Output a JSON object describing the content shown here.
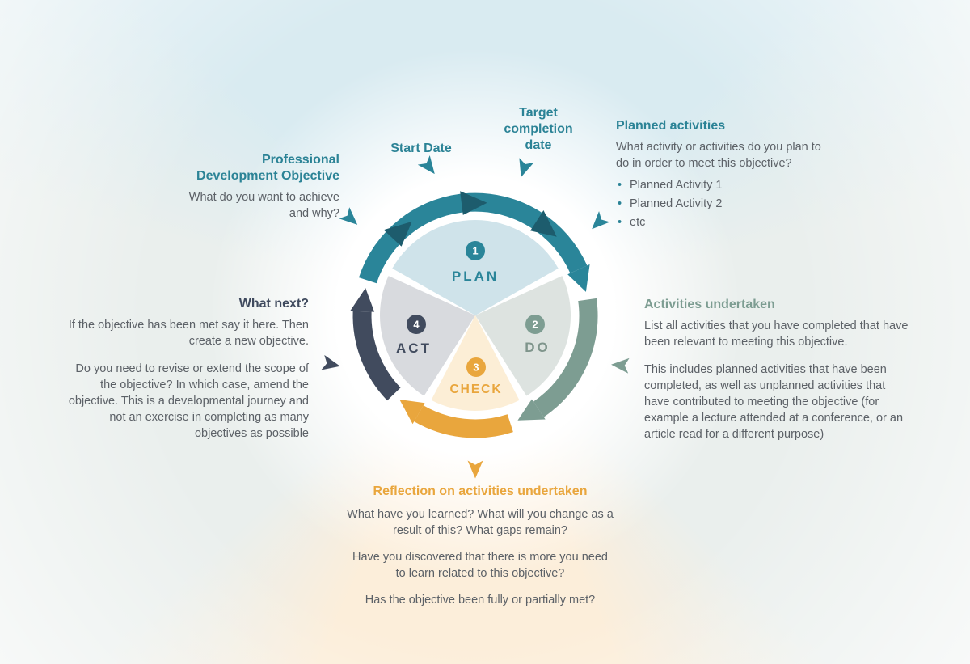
{
  "colors": {
    "teal": "#2a8599",
    "teal_dark": "#1d5c6d",
    "sage": "#7d9d92",
    "orange": "#e9a63d",
    "slate": "#414b5e",
    "body_text": "#5c6167",
    "plan_fill": "#cfe3ea",
    "do_fill": "#dde3e0",
    "check_fill": "#fceed6",
    "act_fill": "#d8dade",
    "wash_blue": "#d9ebf1",
    "wash_gray": "#eaefed",
    "wash_cream": "#fceeda"
  },
  "cycle": {
    "plan": {
      "number": "1",
      "label": "PLAN"
    },
    "do": {
      "number": "2",
      "label": "DO"
    },
    "check": {
      "number": "3",
      "label": "CHECK"
    },
    "act": {
      "number": "4",
      "label": "ACT"
    }
  },
  "annotations": {
    "start_date": {
      "title": "Start Date"
    },
    "target_completion": {
      "title": "Target completion date"
    },
    "planned_activities": {
      "title": "Planned activities",
      "body": "What activity or activities do you plan to do in order to meet this objective?",
      "bullets": [
        "Planned Activity 1",
        "Planned Activity 2",
        "etc"
      ]
    },
    "professional_objective": {
      "title": "Professional Development Objective",
      "body": "What do you want to achieve and why?"
    },
    "what_next": {
      "title": "What next?",
      "para1": "If the objective has been met say it here. Then create a new objective.",
      "para2": "Do you need to revise or extend the scope of the objective? In which case, amend the objective. This is a developmental journey and not an exercise in completing as many objectives as possible"
    },
    "activities_undertaken": {
      "title": "Activities undertaken",
      "para1": "List all activities that you have completed that have been relevant to meeting this objective.",
      "para2": "This includes planned activities that have been completed, as well as unplanned activities that have contributed to meeting the objective (for example a lecture attended at a conference, or an article read for a different purpose)"
    },
    "reflection": {
      "title": "Reflection on activities undertaken",
      "para1": "What have you learned? What will you change as a result of this? What gaps remain?",
      "para2": "Have you discovered that there is more you need to learn related to this objective?",
      "para3": "Has the objective been fully or partially met?"
    }
  }
}
